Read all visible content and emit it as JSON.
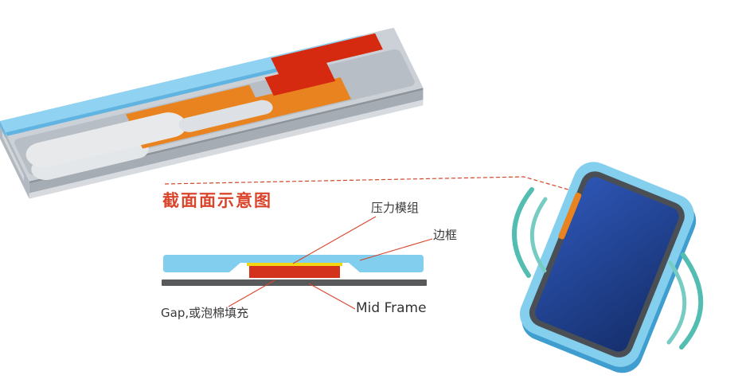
{
  "diagram": {
    "title": "截面面示意图",
    "callouts": {
      "pressure_module": "压力模组",
      "bezel": "边框",
      "gap_fill": "Gap,或泡棉填充",
      "mid_frame": "Mid Frame"
    }
  },
  "colors": {
    "accent_red": "#d9442b",
    "bezel_blue": "#82ceee",
    "adhesive_yellow": "#f3d513",
    "module_red": "#d3331c",
    "connector_red": "#d52a10",
    "sensor_orange": "#e8831f",
    "mid_frame_gray": "#58595b",
    "glass_blue": "#8fd2f1",
    "screen_navy": "#1e3f94",
    "phone_frame_blue": "#85cfee",
    "squeeze_teal": "#53bdb2",
    "squeeze_teal_light": "#76ccc2"
  }
}
